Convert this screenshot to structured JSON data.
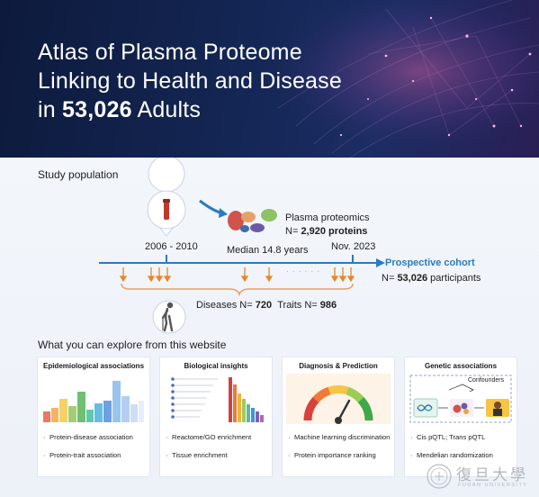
{
  "hero": {
    "title_line1": "Atlas of Plasma Proteome",
    "title_line2": "Linking to Health and Disease",
    "title_line3_prefix": "in ",
    "title_line3_bold": "53,026",
    "title_line3_suffix": " Adults"
  },
  "study": {
    "label": "Study population",
    "plasma_label": "Plasma proteomics",
    "proteins_prefix": "N= ",
    "proteins_bold": "2,920 proteins",
    "baseline": "2006 - 2010",
    "median": "Median 14.8 years",
    "end_date": "Nov. 2023",
    "cohort": "Prospective cohort",
    "dots": "· · · · · ·",
    "participants_prefix": "N= ",
    "participants_bold": "53,026",
    "participants_suffix": " participants",
    "diseases_prefix": "Diseases N= ",
    "diseases_bold": "720",
    "traits_prefix": "Traits N= ",
    "traits_bold": "986"
  },
  "explore": {
    "label": "What you can explore from this website",
    "cards": [
      {
        "title": "Epidemiological associations",
        "items": [
          "Protein-disease association",
          "Protein-trait association"
        ]
      },
      {
        "title": "Biological insights",
        "items": [
          "Reactome/GO enrichment",
          "Tissue enrichment"
        ]
      },
      {
        "title": "Diagnosis & Prediction",
        "items": [
          "Machine learning discrimination",
          "Protein importance ranking"
        ]
      },
      {
        "title": "Genetic associations",
        "items": [
          "Cis pQTL; Trans pQTL",
          "Mendelian randomization"
        ],
        "confounders": "Confounders"
      }
    ]
  },
  "colors": {
    "accent_blue": "#2a7bc0",
    "arrow_orange": "#e8862a",
    "hero_bg": "#142654"
  },
  "logo": {
    "text": "復旦大學",
    "subtext": "FUDAN UNIVERSITY"
  }
}
